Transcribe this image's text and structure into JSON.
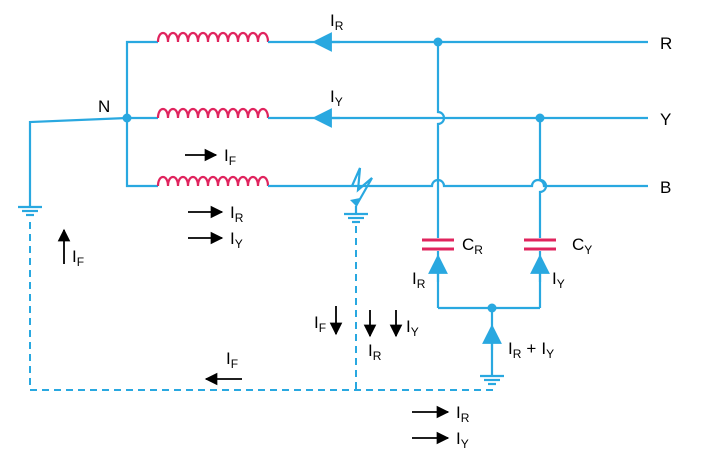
{
  "lines": {
    "r": "R",
    "y": "Y",
    "b": "B",
    "neutral": "N"
  },
  "current_labels": {
    "ir_top": {
      "main": "I",
      "sub": "R"
    },
    "iy_top": {
      "main": "I",
      "sub": "Y"
    },
    "if_coil": {
      "main": "I",
      "sub": "F"
    },
    "ir_coil": {
      "main": "I",
      "sub": "R"
    },
    "iy_coil": {
      "main": "I",
      "sub": "Y"
    },
    "if_left": {
      "main": "I",
      "sub": "F"
    },
    "if_fault": {
      "main": "I",
      "sub": "F"
    },
    "ir_fault": {
      "main": "I",
      "sub": "R"
    },
    "iy_fault": {
      "main": "I",
      "sub": "Y"
    },
    "if_return": {
      "main": "I",
      "sub": "F"
    },
    "ir_bottom": {
      "main": "I",
      "sub": "R"
    },
    "iy_bottom": {
      "main": "I",
      "sub": "Y"
    },
    "ir_cap": {
      "main": "I",
      "sub": "R"
    },
    "iy_cap": {
      "main": "I",
      "sub": "Y"
    },
    "sum_ir": {
      "main": "I",
      "sub": "R"
    },
    "sum_plus": "+",
    "sum_iy": {
      "main": "I",
      "sub": "Y"
    }
  },
  "capacitors": {
    "cr": {
      "main": "C",
      "sub": "R"
    },
    "cy": {
      "main": "C",
      "sub": "Y"
    }
  },
  "colors": {
    "wire": "#29a8e0",
    "coil": "#e0245e",
    "arrow": "#000000"
  }
}
